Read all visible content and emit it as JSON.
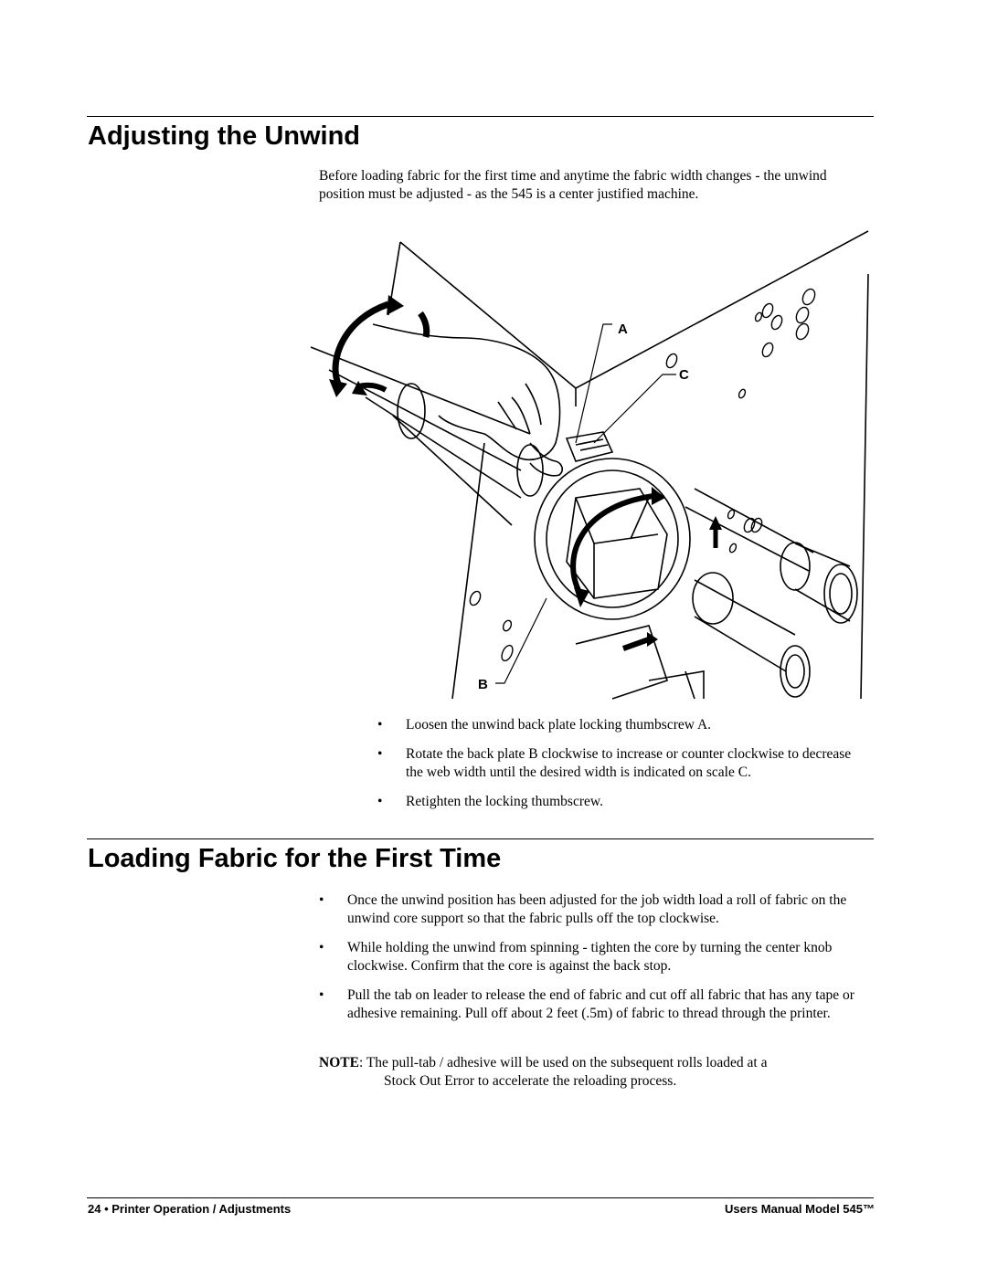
{
  "section1": {
    "title": "Adjusting the Unwind",
    "intro": "Before loading fabric for the first time and anytime the fabric width changes - the unwind position must be adjusted - as the 545 is a center justified machine.",
    "figure_labels": {
      "a": "A",
      "b": "B",
      "c": "C"
    },
    "bullets": [
      "Loosen the unwind back plate locking thumbscrew A.",
      "Rotate the back plate B clockwise to increase or counter clockwise to decrease the web width until the desired width is indicated on scale C.",
      "Retighten the locking thumbscrew."
    ]
  },
  "section2": {
    "title": "Loading Fabric for the First Time",
    "bullets": [
      "Once the unwind position has been adjusted for the job width load a roll of fabric on the unwind core support so that the fabric pulls off the top clockwise.",
      "While holding the unwind from spinning - tighten the core by turning the center knob clockwise.  Confirm that the core is against the back stop.",
      "Pull the tab on leader to release the end of fabric and cut off all fabric that has any tape or adhesive remaining.  Pull off about 2 feet (.5m) of fabric to thread through the printer."
    ],
    "note_label": "NOTE",
    "note_line1": ": The pull-tab / adhesive will be used on the subsequent rolls loaded at a",
    "note_line2": "Stock Out Error to accelerate the reloading process."
  },
  "bullet_glyph": "•",
  "footer": {
    "left": "24  •  Printer Operation / Adjustments",
    "right": "Users Manual Model 545™"
  }
}
